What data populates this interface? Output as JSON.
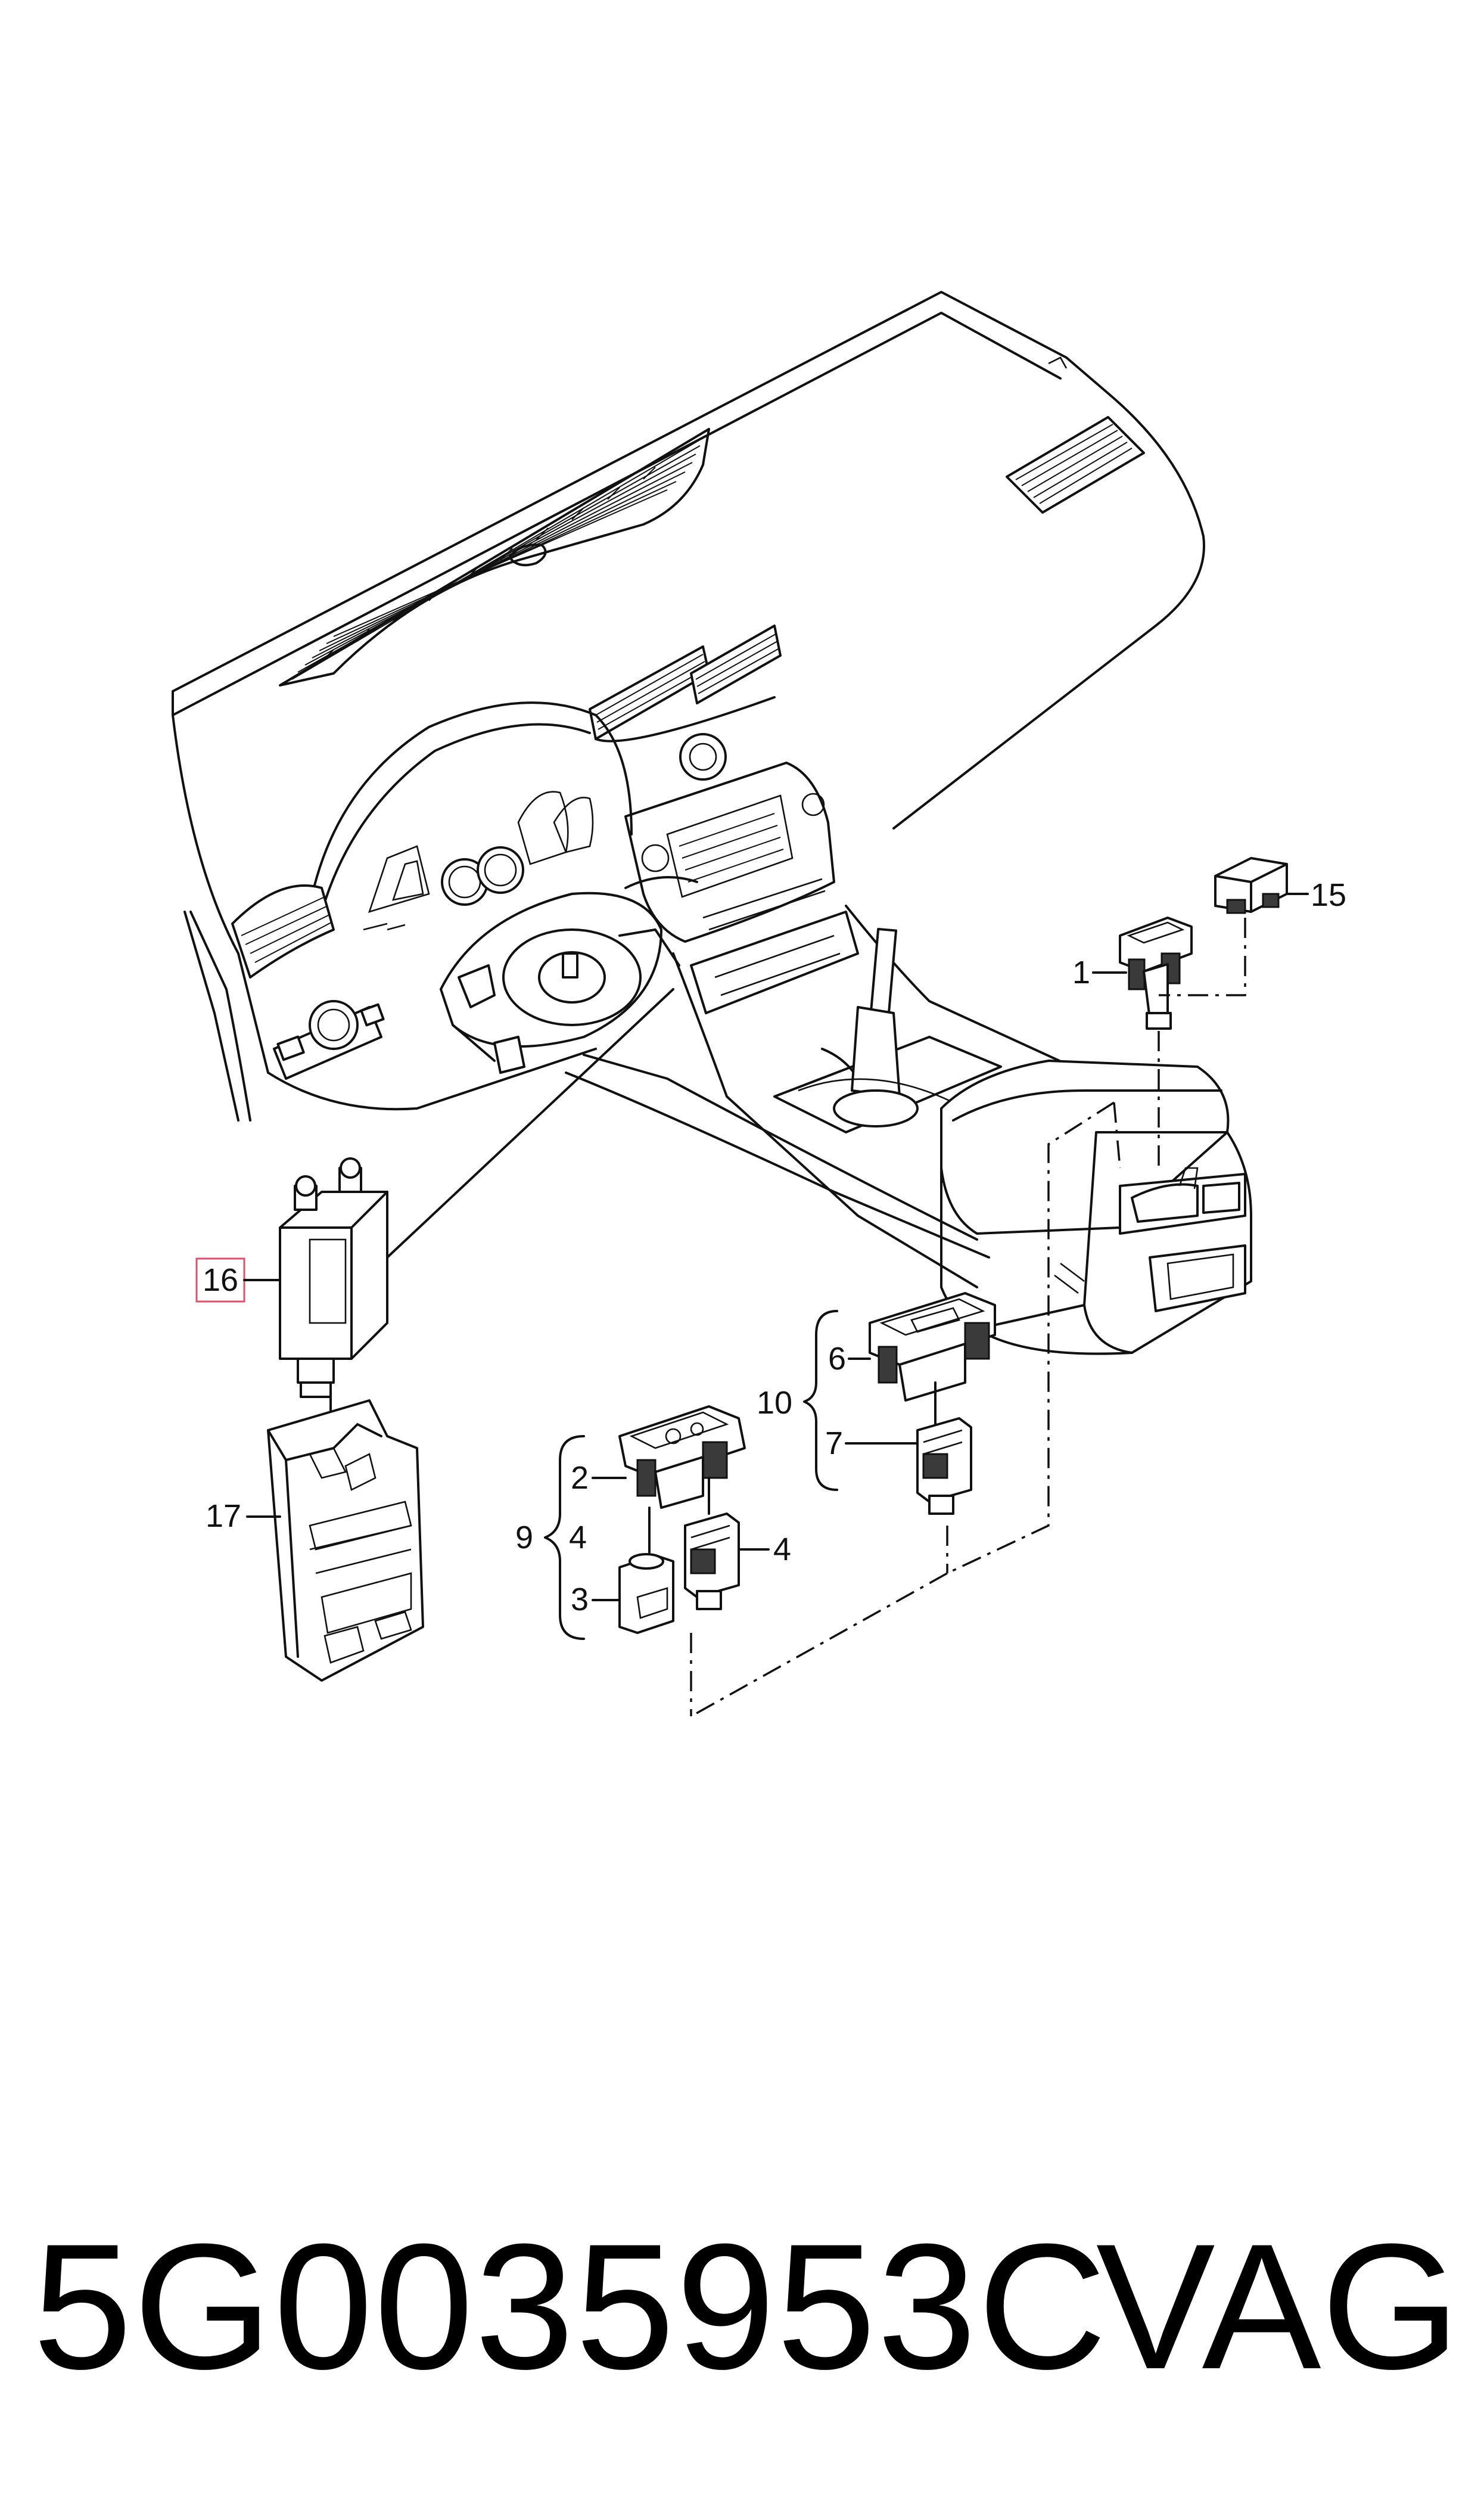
{
  "callouts": {
    "c1": "1",
    "c2": "2",
    "c3": "3",
    "c4a": "4",
    "c4b": "4",
    "c6": "6",
    "c7": "7",
    "c9": "9",
    "c10": "10",
    "c15": "15",
    "c16": "16",
    "c17": "17"
  },
  "highlight_color": "#e0506a",
  "footer": {
    "part_number": "5G0035953C",
    "brand": "VAG"
  }
}
